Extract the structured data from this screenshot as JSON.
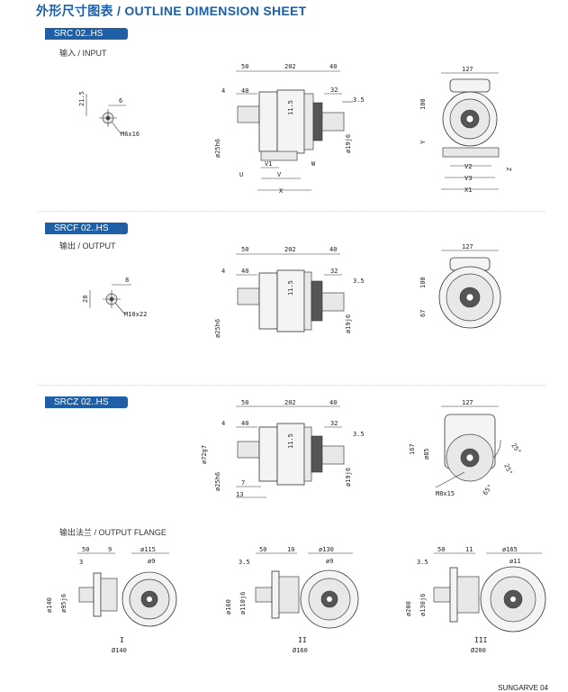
{
  "header": {
    "title": "外形尺寸图表 / OUTLINE DIMENSION SHEET"
  },
  "sections": [
    {
      "badge": "SRC 02..HS",
      "subtitle": "输入 / INPUT"
    },
    {
      "badge": "SRCF 02..HS",
      "subtitle": "输出 / OUTPUT"
    },
    {
      "badge": "SRCZ 02..HS"
    }
  ],
  "dims": {
    "top": [
      "50",
      "202",
      "40"
    ],
    "left": [
      "4",
      "40"
    ],
    "right": [
      "32",
      "3.5"
    ],
    "shaft_len": "11.5",
    "bore": "ø25h6",
    "out_shaft": "ø19j6",
    "side_width": "127",
    "height100": "100",
    "src_letters": [
      "V1",
      "V",
      "W",
      "U",
      "X",
      "Y",
      "V2",
      "V3",
      "X1",
      "Z"
    ],
    "src_key": [
      "21.5",
      "6",
      "M6x16"
    ],
    "srcf_key": [
      "28",
      "8",
      "M10x22"
    ],
    "srcf_67": "67",
    "srcz_extra": [
      "ø72g7",
      "7",
      "13",
      "167",
      "ø85",
      "25°",
      "25°",
      "65°",
      "M8x15"
    ]
  },
  "flanges": {
    "title": "输出法兰 / OUTPUT  FLANGE",
    "items": [
      {
        "roman": "I",
        "dia": "Ø140",
        "t1": "50",
        "t2": "9",
        "t3": "ø115",
        "s1": "3",
        "hole": "ø9",
        "od": "ø140",
        "pilot": "ø95j6"
      },
      {
        "roman": "II",
        "dia": "Ø160",
        "t1": "50",
        "t2": "10",
        "t3": "ø130",
        "s1": "3.5",
        "hole": "ø9",
        "od": "ø160",
        "pilot": "ø110j6"
      },
      {
        "roman": "III",
        "dia": "Ø200",
        "t1": "50",
        "t2": "11",
        "t3": "ø165",
        "s1": "3.5",
        "hole": "ø11",
        "od": "ø200",
        "pilot": "ø130j6"
      }
    ]
  },
  "footer": "SUNGARVE  04"
}
